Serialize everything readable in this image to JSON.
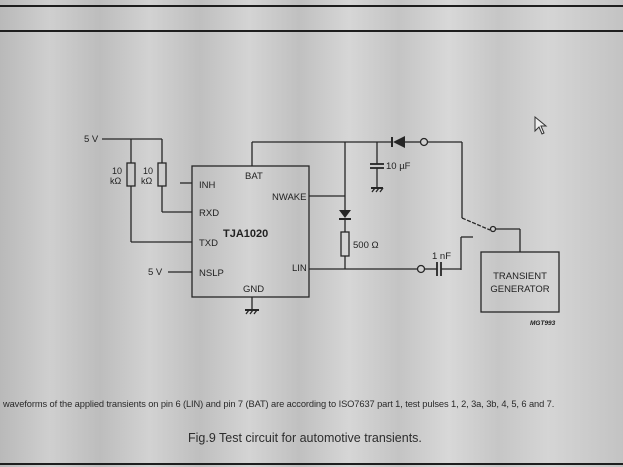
{
  "figure": {
    "caption": "Fig.9  Test circuit for automotive transients.",
    "note": "waveforms of the applied transients on pin 6 (LIN) and pin 7 (BAT) are according to ISO7637 part 1, test pulses 1, 2, 3a, 3b, 4, 5, 6 and 7.",
    "drawing_code": "MGT993"
  },
  "ic": {
    "name": "TJA1020",
    "pins": {
      "bat": "BAT",
      "inh": "INH",
      "nwake": "NWAKE",
      "rxd": "RXD",
      "txd": "TXD",
      "nslp": "NSLP",
      "lin": "LIN",
      "gnd": "GND"
    }
  },
  "components": {
    "supply_top": "5 V",
    "supply_nslp": "5 V",
    "r1_value": "10",
    "r1_unit": "kΩ",
    "r2_value": "10",
    "r2_unit": "kΩ",
    "cap_bat": "10 µF",
    "resistor_lin": "500 Ω",
    "cap_lin": "1 nF",
    "generator_line1": "TRANSIENT",
    "generator_line2": "GENERATOR"
  },
  "colors": {
    "ink": "#222222",
    "background": "#c8c8c8"
  }
}
